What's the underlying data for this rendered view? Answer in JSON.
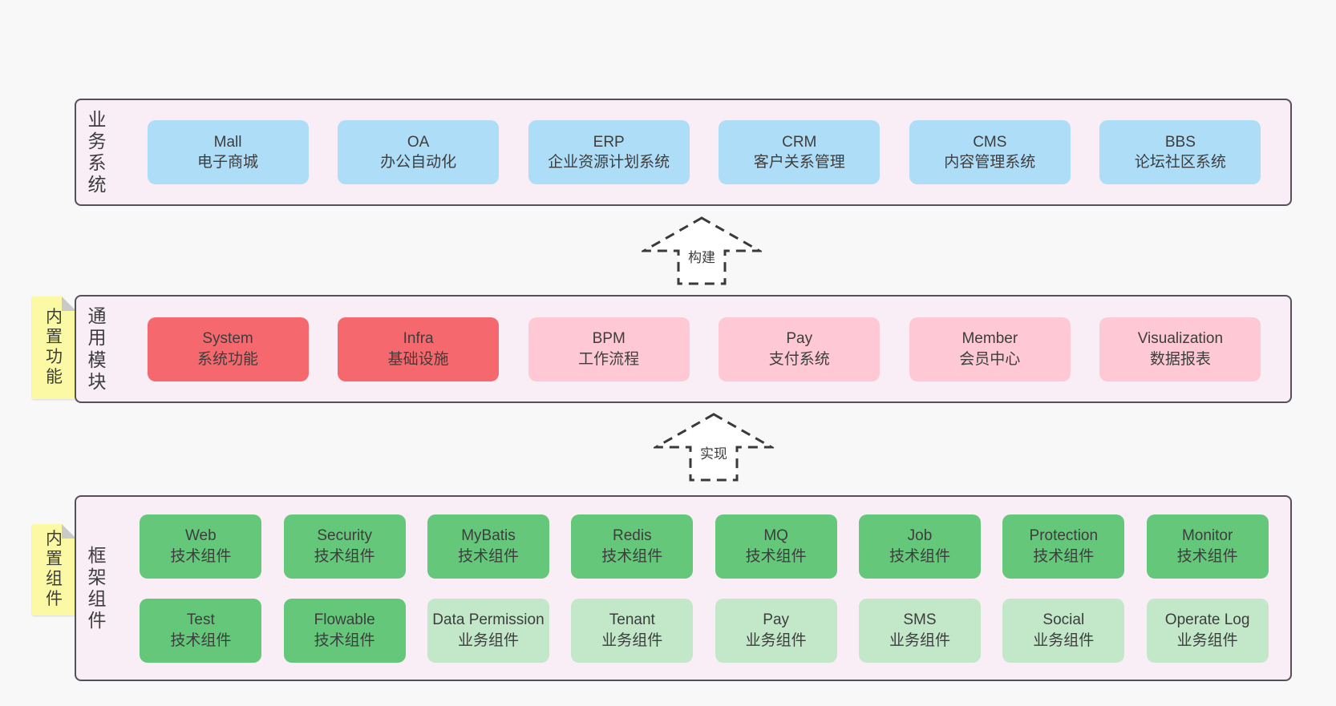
{
  "colors": {
    "page_background": "#f8f8f8",
    "panel_background": "#f9edf6",
    "panel_border": "#55505a",
    "box_blue": "#aeddf8",
    "box_red": "#f5696e",
    "box_pink": "#fec9d4",
    "box_green_dark": "#64c77a",
    "box_green_light": "#c2e8c9",
    "sticky_note_yellow": "#fbf9a4",
    "sticky_note_fold": "#c9c9c9",
    "text": "#3d3d3d"
  },
  "arrows": {
    "build": "构建",
    "implement": "实现"
  },
  "panels": {
    "business": {
      "label": "业务系统",
      "items": [
        {
          "en": "Mall",
          "zh": "电子商城"
        },
        {
          "en": "OA",
          "zh": "办公自动化"
        },
        {
          "en": "ERP",
          "zh": "企业资源计划系统"
        },
        {
          "en": "CRM",
          "zh": "客户关系管理"
        },
        {
          "en": "CMS",
          "zh": "内容管理系统"
        },
        {
          "en": "BBS",
          "zh": "论坛社区系统"
        }
      ]
    },
    "modules": {
      "label": "通用模块",
      "note": "内置功能",
      "items": [
        {
          "en": "System",
          "zh": "系统功能"
        },
        {
          "en": "Infra",
          "zh": "基础设施"
        },
        {
          "en": "BPM",
          "zh": "工作流程"
        },
        {
          "en": "Pay",
          "zh": "支付系统"
        },
        {
          "en": "Member",
          "zh": "会员中心"
        },
        {
          "en": "Visualization",
          "zh": "数据报表"
        }
      ]
    },
    "framework": {
      "label": "框架组件",
      "note": "内置组件",
      "row1": [
        {
          "en": "Web",
          "zh": "技术组件"
        },
        {
          "en": "Security",
          "zh": "技术组件"
        },
        {
          "en": "MyBatis",
          "zh": "技术组件"
        },
        {
          "en": "Redis",
          "zh": "技术组件"
        },
        {
          "en": "MQ",
          "zh": "技术组件"
        },
        {
          "en": "Job",
          "zh": "技术组件"
        },
        {
          "en": "Protection",
          "zh": "技术组件"
        },
        {
          "en": "Monitor",
          "zh": "技术组件"
        }
      ],
      "row2": [
        {
          "en": "Test",
          "zh": "技术组件"
        },
        {
          "en": "Flowable",
          "zh": "技术组件"
        },
        {
          "en": "Data Permission",
          "zh": "业务组件"
        },
        {
          "en": "Tenant",
          "zh": "业务组件"
        },
        {
          "en": "Pay",
          "zh": "业务组件"
        },
        {
          "en": "SMS",
          "zh": "业务组件"
        },
        {
          "en": "Social",
          "zh": "业务组件"
        },
        {
          "en": "Operate Log",
          "zh": "业务组件"
        }
      ]
    }
  }
}
